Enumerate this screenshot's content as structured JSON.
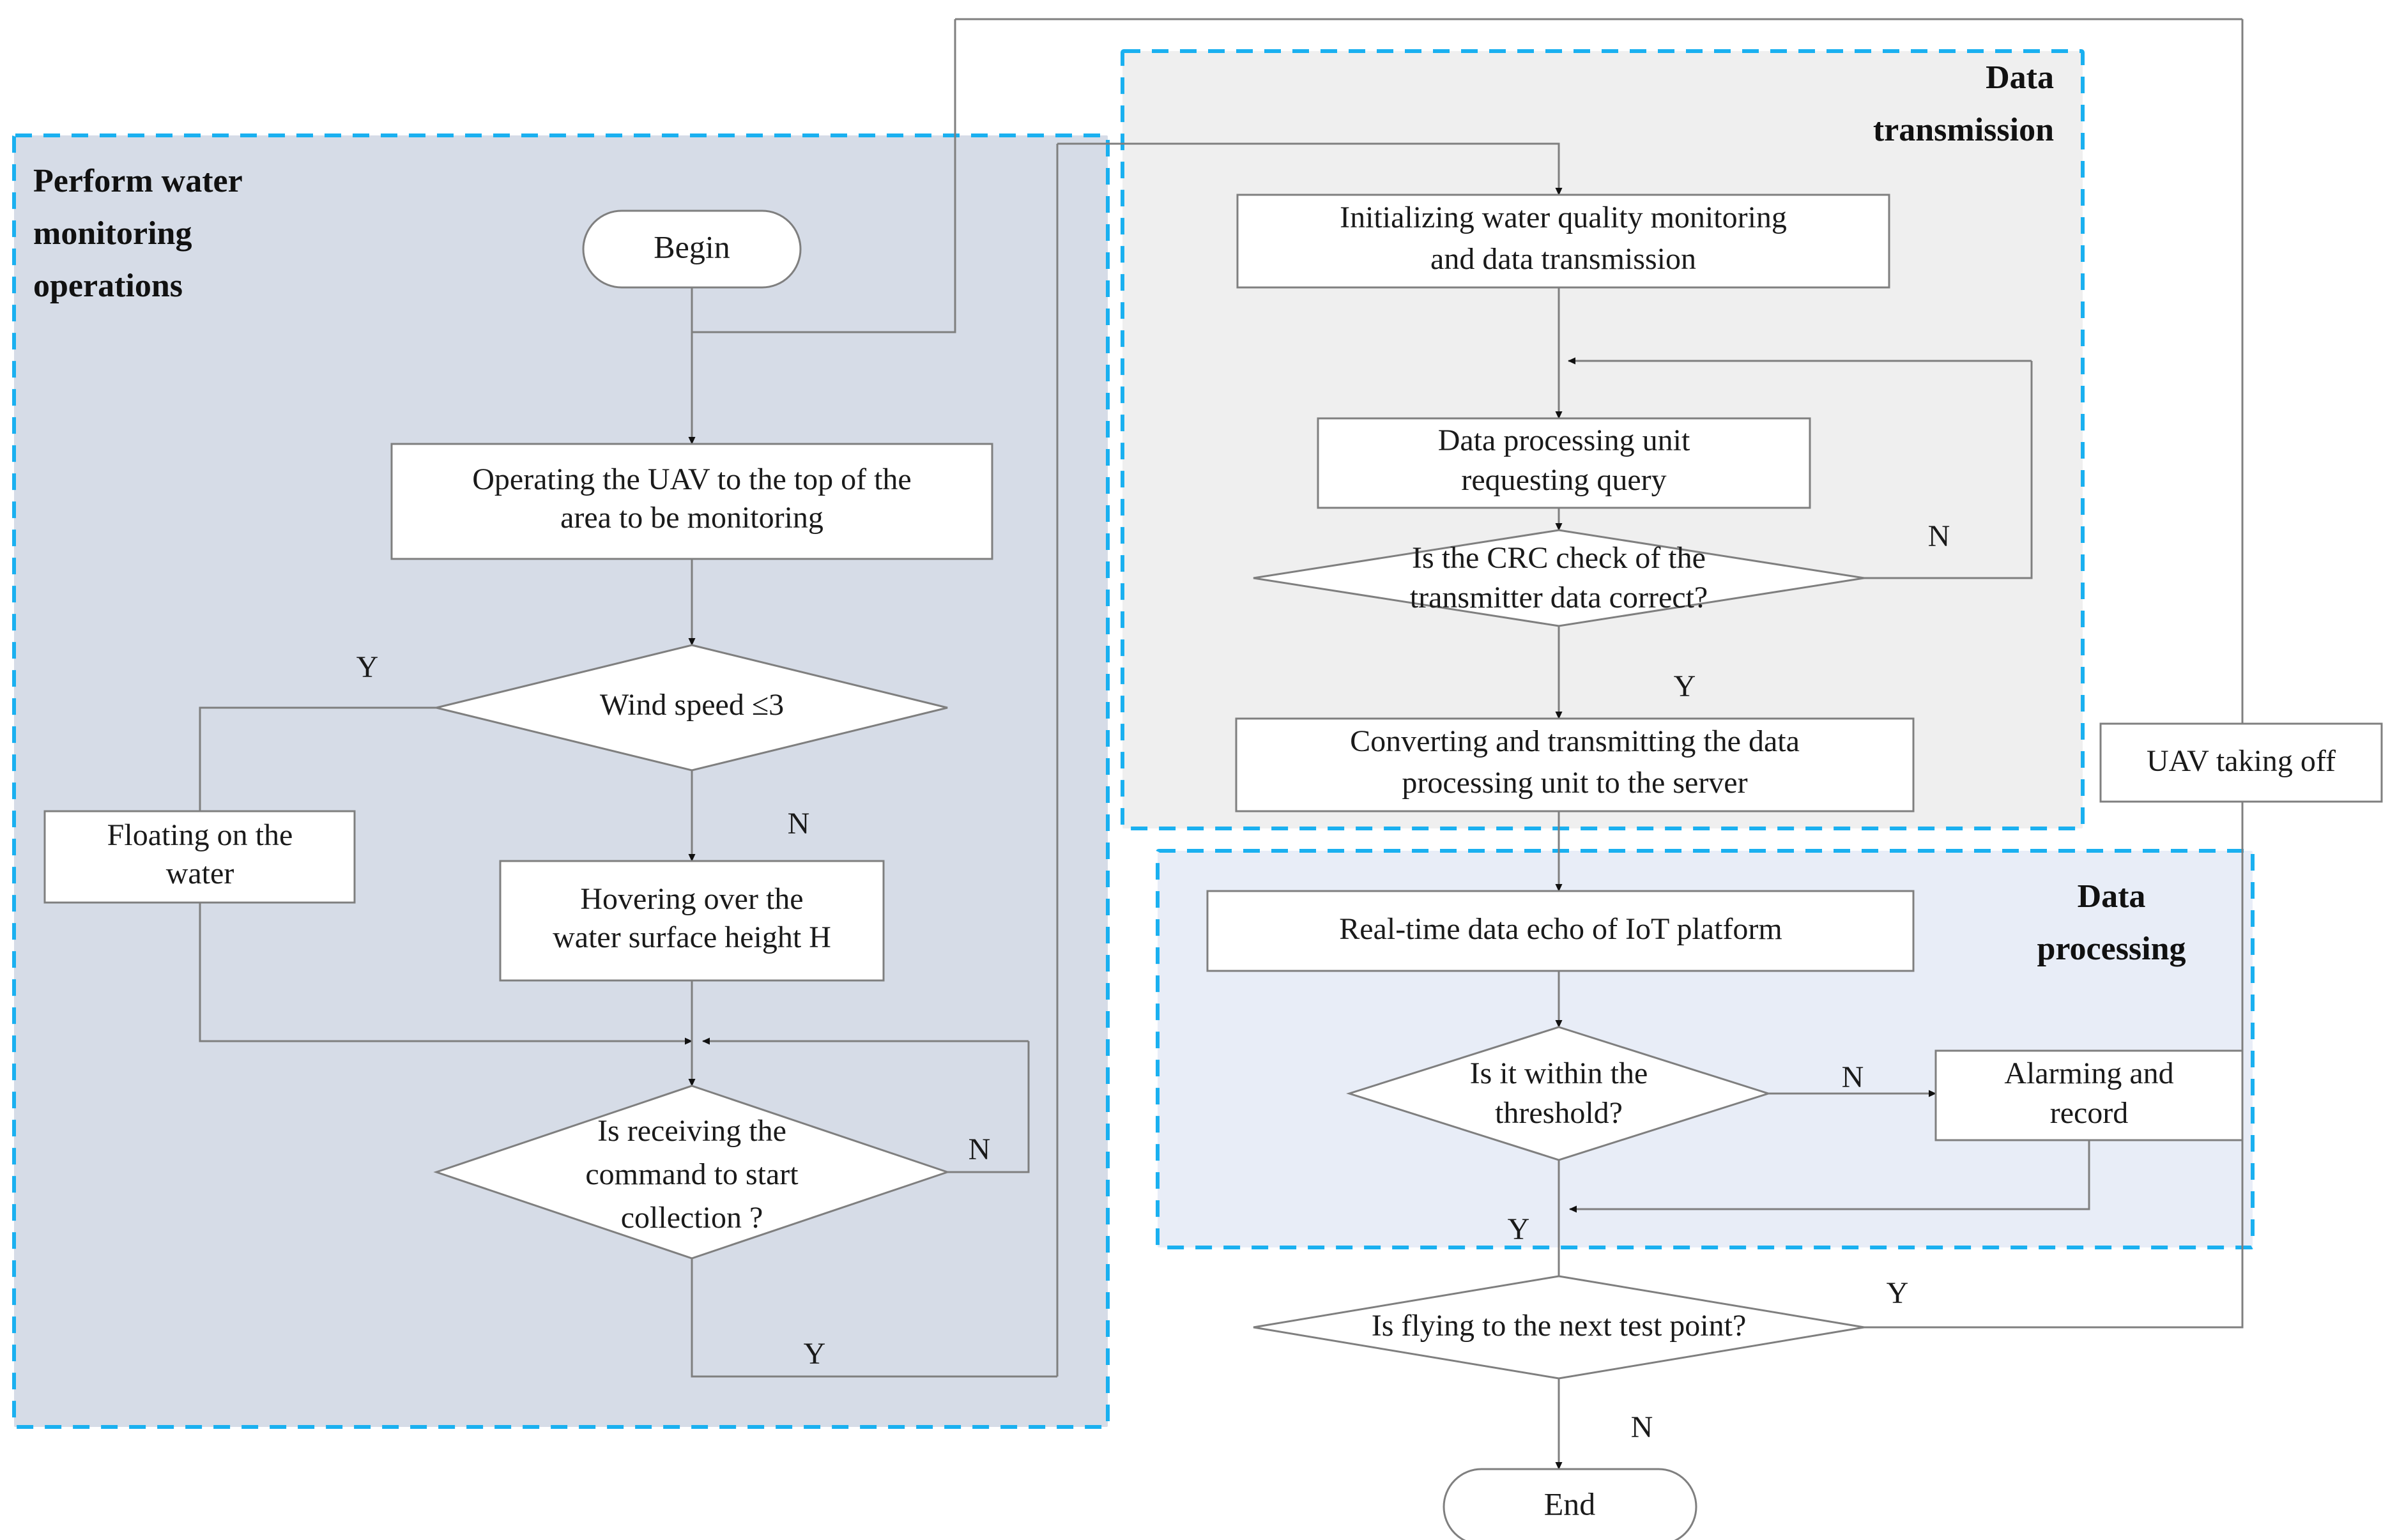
{
  "diagram": {
    "title": "UAV water quality monitoring workflow flowchart",
    "colors": {
      "panel_left_fill": "#d6dce7",
      "panel_transmission_fill": "#efefef",
      "panel_processing_fill": "#e8edf7",
      "panel_border": "#1ab0f0",
      "node_fill": "#ffffff",
      "node_stroke": "#7f7f7f",
      "text": "#1a1a1a"
    },
    "groups": [
      {
        "id": "perform-water-monitoring",
        "label_lines": [
          "Perform water",
          "monitoring",
          "operations"
        ],
        "fill": "#d6dce7"
      },
      {
        "id": "data-transmission",
        "label_lines": [
          "Data",
          "transmission"
        ],
        "fill": "#efefef"
      },
      {
        "id": "data-processing",
        "label_lines": [
          "Data",
          "processing"
        ],
        "fill": "#e8edf7"
      }
    ],
    "nodes": [
      {
        "id": "begin",
        "type": "terminator",
        "label_lines": [
          "Begin"
        ]
      },
      {
        "id": "operate-uav",
        "type": "process",
        "label_lines": [
          "Operating the UAV to the top of the",
          "area to be monitoring"
        ]
      },
      {
        "id": "wind-speed",
        "type": "decision",
        "label_lines": [
          "Wind speed ≤3"
        ]
      },
      {
        "id": "floating-water",
        "type": "process",
        "label_lines": [
          "Floating on the",
          "water"
        ]
      },
      {
        "id": "hovering",
        "type": "process",
        "label_lines": [
          "Hovering over the",
          "water surface height H"
        ]
      },
      {
        "id": "receiving-command",
        "type": "decision",
        "label_lines": [
          "Is receiving the",
          "command to start",
          "collection ?"
        ]
      },
      {
        "id": "initializing",
        "type": "process",
        "label_lines": [
          "Initializing water quality monitoring",
          "and data transmission"
        ]
      },
      {
        "id": "dpu-query",
        "type": "process",
        "label_lines": [
          "Data processing unit",
          "requesting query"
        ]
      },
      {
        "id": "crc-check",
        "type": "decision",
        "label_lines": [
          "Is the CRC check of the",
          "transmitter data correct?"
        ]
      },
      {
        "id": "converting",
        "type": "process",
        "label_lines": [
          "Converting and transmitting the data",
          "processing unit to the server"
        ]
      },
      {
        "id": "uav-taking-off",
        "type": "process",
        "label_lines": [
          "UAV taking off"
        ]
      },
      {
        "id": "realtime-echo",
        "type": "process",
        "label_lines": [
          "Real-time data echo of IoT platform"
        ]
      },
      {
        "id": "within-threshold",
        "type": "decision",
        "label_lines": [
          "Is it within the",
          "threshold?"
        ]
      },
      {
        "id": "alarming-record",
        "type": "process",
        "label_lines": [
          "Alarming and",
          "record"
        ]
      },
      {
        "id": "flying-next-point",
        "type": "decision",
        "label_lines": [
          "Is flying to the next test point?"
        ]
      },
      {
        "id": "end",
        "type": "terminator",
        "label_lines": [
          "End"
        ]
      }
    ],
    "edge_labels": [
      {
        "id": "wind-yes",
        "text": "Y"
      },
      {
        "id": "wind-no",
        "text": "N"
      },
      {
        "id": "receiving-no",
        "text": "N"
      },
      {
        "id": "receiving-yes",
        "text": "Y"
      },
      {
        "id": "crc-no",
        "text": "N"
      },
      {
        "id": "crc-yes",
        "text": "Y"
      },
      {
        "id": "threshold-no",
        "text": "N"
      },
      {
        "id": "threshold-yes",
        "text": "Y"
      },
      {
        "id": "flying-yes",
        "text": "Y"
      },
      {
        "id": "flying-no",
        "text": "N"
      }
    ]
  }
}
